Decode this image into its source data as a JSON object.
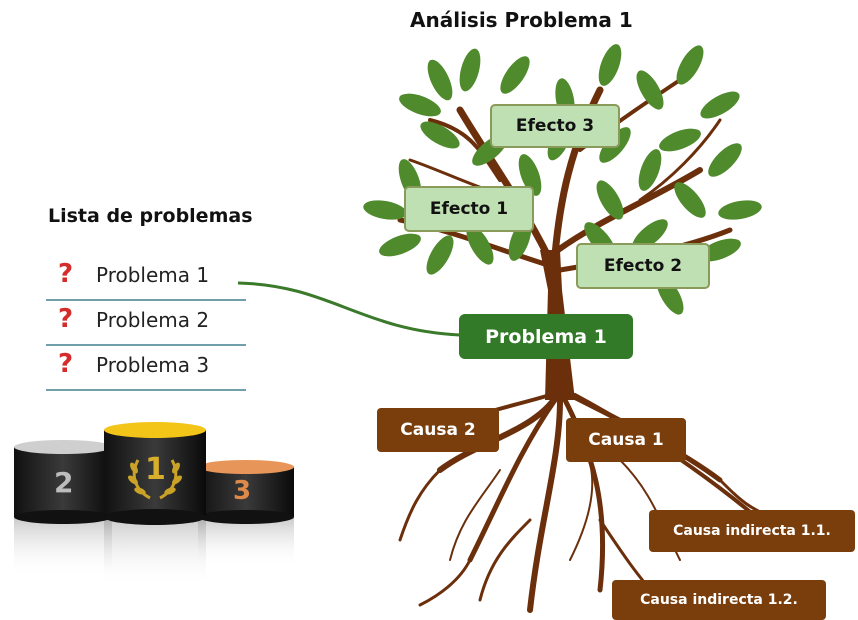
{
  "title": "Análisis Problema 1",
  "list": {
    "title": "Lista de problemas",
    "items": [
      {
        "icon": "question-mark-icon",
        "label": "Problema 1"
      },
      {
        "icon": "question-mark-icon",
        "label": "Problema 2"
      },
      {
        "icon": "question-mark-icon",
        "label": "Problema 3"
      }
    ]
  },
  "podium": {
    "places": [
      "1",
      "2",
      "3"
    ]
  },
  "tree": {
    "effects": [
      "Efecto 3",
      "Efecto 1",
      "Efecto 2"
    ],
    "problem": "Problema 1",
    "causes": [
      "Causa 2",
      "Causa 1"
    ],
    "indirect_causes": [
      "Causa indirecta 1.1.",
      "Causa indirecta 1.2."
    ]
  },
  "colors": {
    "effect_box": "#bfe0b3",
    "problem_box": "#327a28",
    "cause_box": "#7a3e0c",
    "leaves": "#4f8a2c",
    "trunk": "#6b2f0c",
    "question_mark": "#d42b2b"
  }
}
